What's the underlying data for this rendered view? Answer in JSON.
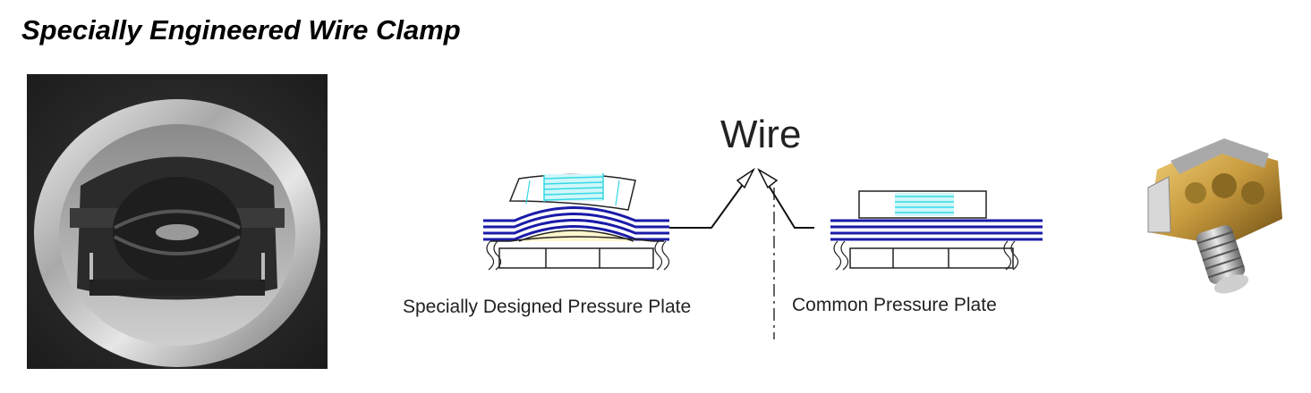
{
  "header": {
    "title": "Specially Engineered Wire Clamp"
  },
  "diagram": {
    "wire_label": "Wire",
    "left_caption": "Specially Designed Pressure Plate",
    "right_caption": "Common Pressure Plate"
  },
  "colors": {
    "wire_blue": "#1a1aa8",
    "thread_cyan": "#34d8e6",
    "photo_bg": "#2a2a2a",
    "brass": "#c79a3e"
  }
}
